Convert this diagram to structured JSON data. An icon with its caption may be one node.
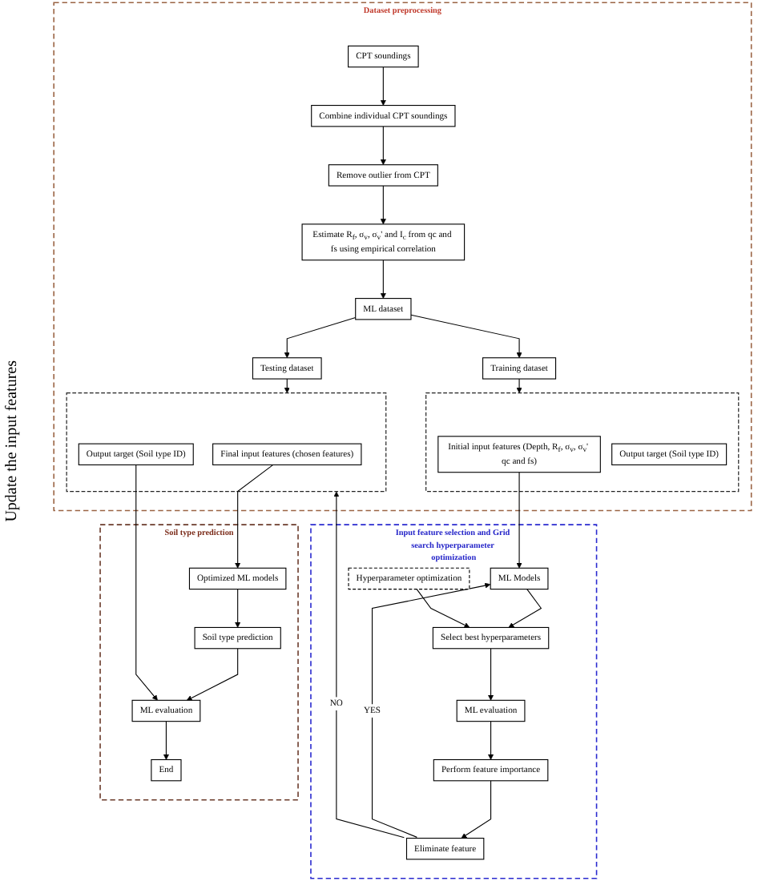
{
  "diagram": {
    "nodes": [
      {
        "text": [
          "Dataset preprocessing"
        ]
      },
      {
        "text": [
          "CPT soundings"
        ],
        "in": 0
      },
      {
        "text": [
          "Combine individual CPT soundings"
        ],
        "in": 0
      },
      {
        "text": [
          "Remove outlier from CPT"
        ],
        "in": 0
      },
      {
        "text": [
          "Estimate R$_{f}$, σ$_{v}$, σ$_{v}$' and I$_{c}$ from qc and fs using empirical correlation"
        ],
        "in": 0
      },
      {
        "text": [
          "ML dataset"
        ],
        "in": 0
      },
      {
        "text": [
          "Training dataset"
        ],
        "in": 0
      },
      {
        "text": [
          "Testing dataset"
        ],
        "in": 0
      },
      {
        "text": [],
        "shape": "box",
        "in": 0
      },
      {
        "text": [
          "Initial input features (Depth, R$_{f}$, σ$_{v}$, σ$_{v}$' qc and fs)"
        ],
        "in": 8
      },
      {
        "text": [
          "Output target (Soil type ID)"
        ],
        "in": 8
      },
      {
        "text": [],
        "shape": "box",
        "in": 0
      },
      {
        "text": [
          "Final input features (chosen features)"
        ],
        "in": 11
      },
      {
        "text": [
          "Output target (Soil type ID)"
        ],
        "in": 11
      },
      {
        "text": [
          "Input feature selection and Grid search hyperparameter optimization"
        ]
      },
      {
        "text": [
          "ML Models"
        ],
        "in": 14
      },
      {
        "text": [
          "Hyperparameter optimization"
        ],
        "in": 14
      },
      {
        "text": [
          "Select best hyperparameters"
        ],
        "in": 14
      },
      {
        "text": [
          "ML evaluation"
        ],
        "in": 14
      },
      {
        "text": [
          "Perform feature importance"
        ],
        "in": 14
      },
      {
        "text": [
          "Eliminate feature"
        ],
        "in": 14
      },
      {
        "text": [
          "Soil type prediction"
        ]
      },
      {
        "text": [
          "Optimized ML models"
        ],
        "in": 21
      },
      {
        "text": [
          "Soil type prediction"
        ],
        "in": 21
      },
      {
        "text": [
          "ML evaluation"
        ],
        "in": 21
      },
      {
        "text": [
          "End"
        ],
        "in": 21
      }
    ],
    "edges": [
      {
        "from": 1,
        "to": 2,
        "arrow": "to"
      },
      {
        "from": 2,
        "to": 3,
        "arrow": "to"
      },
      {
        "from": 3,
        "to": 4,
        "arrow": "to"
      },
      {
        "from": 4,
        "to": 5,
        "arrow": "to"
      },
      {
        "from": 5,
        "to": 6,
        "arrow": "to"
      },
      {
        "from": 5,
        "to": 7,
        "arrow": "to"
      },
      {
        "from": 6,
        "to": 8,
        "arrow": "to"
      },
      {
        "from": 7,
        "to": 11,
        "arrow": "to"
      },
      {
        "from": 9,
        "to": 15,
        "arrow": "to"
      },
      {
        "from": 15,
        "to": 17,
        "arrow": "to"
      },
      {
        "from": 16,
        "to": 17,
        "arrow": "to"
      },
      {
        "from": 17,
        "to": 18,
        "arrow": "to"
      },
      {
        "from": 18,
        "to": 19,
        "arrow": "to"
      },
      {
        "from": 19,
        "to": 20,
        "arrow": "to"
      },
      {
        "from": 20,
        "to": 15,
        "arrow": "to",
        "label": "YES"
      },
      {
        "from": 20,
        "to": 11,
        "arrow": "to",
        "label": "NO"
      },
      {
        "from": 12,
        "to": 22,
        "arrow": "to"
      },
      {
        "from": 22,
        "to": 23,
        "arrow": "to"
      },
      {
        "from": 23,
        "to": 24,
        "arrow": "to"
      },
      {
        "from": 13,
        "to": 24,
        "arrow": "to"
      },
      {
        "from": 24,
        "to": 25,
        "arrow": "to"
      }
    ],
    "labels": [
      "Update the input features"
    ]
  }
}
